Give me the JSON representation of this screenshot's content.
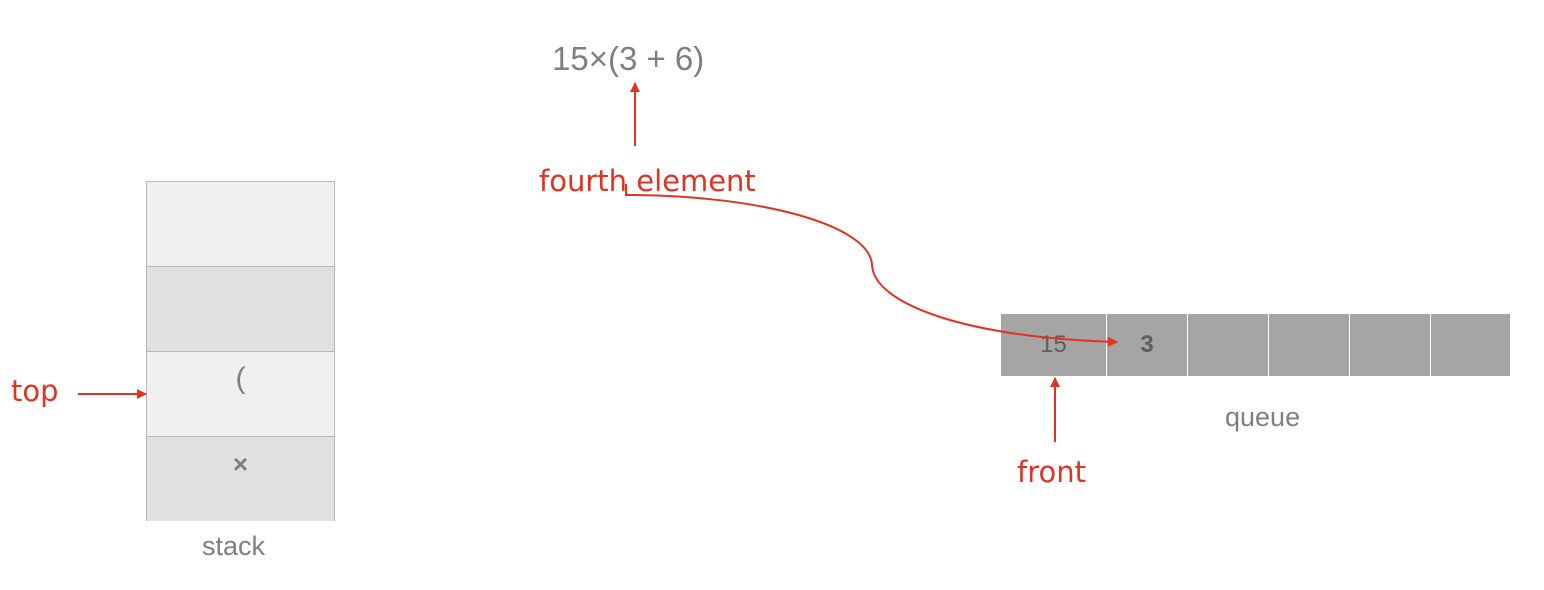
{
  "expression": "15×(3 + 6)",
  "labels": {
    "pointer": "fourth element",
    "top": "top",
    "front": "front"
  },
  "stack": {
    "caption": "stack",
    "cells": [
      "",
      "",
      "(",
      "×"
    ]
  },
  "queue": {
    "caption": "queue",
    "cells": [
      "15",
      "3",
      "",
      "",
      "",
      ""
    ]
  },
  "colors": {
    "annotation": "#e03324",
    "text_gray": "#7f7f7f",
    "queue_fill": "#a5a5a5",
    "stack_light": "#f0f0f0",
    "stack_dark": "#e0e0e0"
  }
}
